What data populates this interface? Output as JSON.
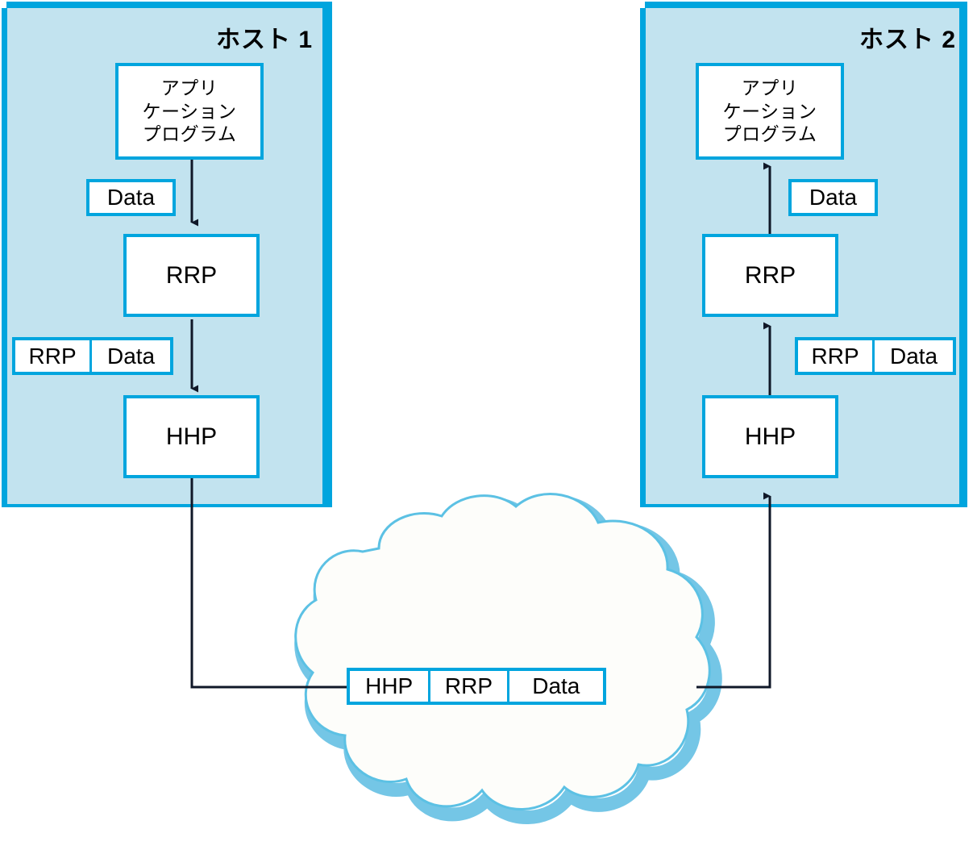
{
  "diagram": {
    "title": "Protocol layering / encapsulation between two hosts",
    "accent_color": "#00a5de",
    "panel_fill": "#c2e3ef",
    "cloud_outline": "#5cc1e4",
    "cloud_fill": "#fdfdfa",
    "line_color": "#101828"
  },
  "hosts": [
    {
      "id": "host1",
      "title": "ホスト 1",
      "direction": "send",
      "layers": [
        {
          "name": "application",
          "label": "アプリ\nケーション\nプログラム"
        },
        {
          "name": "rrp",
          "label": "RRP"
        },
        {
          "name": "hhp",
          "label": "HHP"
        }
      ],
      "packets": [
        {
          "name": "data-packet",
          "segments": [
            "Data"
          ]
        },
        {
          "name": "rrp-data-packet",
          "segments": [
            "RRP",
            "Data"
          ]
        }
      ]
    },
    {
      "id": "host2",
      "title": "ホスト 2",
      "direction": "receive",
      "layers": [
        {
          "name": "application",
          "label": "アプリ\nケーション\nプログラム"
        },
        {
          "name": "rrp",
          "label": "RRP"
        },
        {
          "name": "hhp",
          "label": "HHP"
        }
      ],
      "packets": [
        {
          "name": "data-packet",
          "segments": [
            "Data"
          ]
        },
        {
          "name": "rrp-data-packet",
          "segments": [
            "RRP",
            "Data"
          ]
        }
      ]
    }
  ],
  "network": {
    "name": "network-cloud",
    "packet": {
      "name": "hhp-rrp-data-packet",
      "segments": [
        "HHP",
        "RRP",
        "Data"
      ]
    }
  }
}
